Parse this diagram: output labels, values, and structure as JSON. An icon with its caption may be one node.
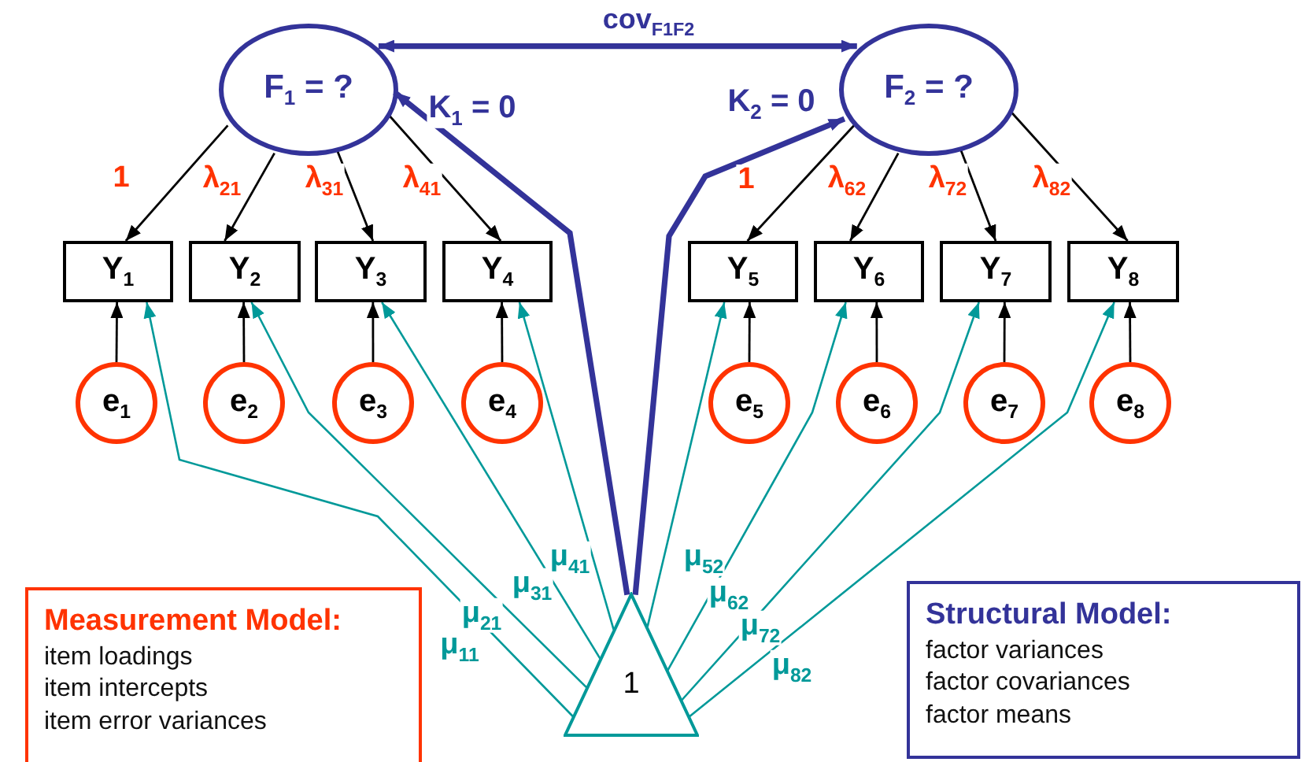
{
  "diagram": {
    "nodes": [
      {
        "text": [
          "F$_{1}$ = ?"
        ]
      },
      {
        "text": [
          "F$_{2}$ = ?"
        ]
      },
      {
        "text": [
          "Y$_{1}$"
        ]
      },
      {
        "text": [
          "Y$_{2}$"
        ]
      },
      {
        "text": [
          "Y$_{3}$"
        ]
      },
      {
        "text": [
          "Y$_{4}$"
        ]
      },
      {
        "text": [
          "Y$_{5}$"
        ]
      },
      {
        "text": [
          "Y$_{6}$"
        ]
      },
      {
        "text": [
          "Y$_{7}$"
        ]
      },
      {
        "text": [
          "Y$_{8}$"
        ]
      },
      {
        "text": [
          "e$_{1}$"
        ]
      },
      {
        "text": [
          "e$_{2}$"
        ]
      },
      {
        "text": [
          "e$_{3}$"
        ]
      },
      {
        "text": [
          "e$_{4}$"
        ]
      },
      {
        "text": [
          "e$_{5}$"
        ]
      },
      {
        "text": [
          "e$_{6}$"
        ]
      },
      {
        "text": [
          "e$_{7}$"
        ]
      },
      {
        "text": [
          "e$_{8}$"
        ]
      },
      {
        "text": [
          "1"
        ]
      },
      {
        "text": [
          "Measurement Model:",
          "item loadings",
          "item intercepts",
          "item error variances"
        ]
      },
      {
        "text": [
          "Structural Model:",
          "factor variances",
          "factor covariances",
          "factor means"
        ]
      }
    ],
    "edges": [
      {
        "from": 0,
        "to": 2,
        "arrow": "to",
        "label": "1"
      },
      {
        "from": 0,
        "to": 3,
        "arrow": "to",
        "label": "λ$_{21}$"
      },
      {
        "from": 0,
        "to": 4,
        "arrow": "to",
        "label": "λ$_{31}$"
      },
      {
        "from": 0,
        "to": 5,
        "arrow": "to",
        "label": "λ$_{41}$"
      },
      {
        "from": 1,
        "to": 6,
        "arrow": "to",
        "label": "1"
      },
      {
        "from": 1,
        "to": 7,
        "arrow": "to",
        "label": "λ$_{62}$"
      },
      {
        "from": 1,
        "to": 8,
        "arrow": "to",
        "label": "λ$_{72}$"
      },
      {
        "from": 1,
        "to": 9,
        "arrow": "to",
        "label": "λ$_{82}$"
      },
      {
        "from": 0,
        "to": 1,
        "arrow": "both",
        "label": "cov$_{F1F2}$",
        "style": "thick",
        "color": "#333399"
      },
      {
        "from": 18,
        "to": 0,
        "arrow": "to",
        "label": "K$_{1}$ = 0",
        "style": "thick",
        "color": "#333399"
      },
      {
        "from": 18,
        "to": 1,
        "arrow": "to",
        "label": "K$_{2}$ = 0",
        "style": "thick",
        "color": "#333399"
      },
      {
        "from": 10,
        "to": 2,
        "arrow": "to"
      },
      {
        "from": 11,
        "to": 3,
        "arrow": "to"
      },
      {
        "from": 12,
        "to": 4,
        "arrow": "to"
      },
      {
        "from": 13,
        "to": 5,
        "arrow": "to"
      },
      {
        "from": 14,
        "to": 6,
        "arrow": "to"
      },
      {
        "from": 15,
        "to": 7,
        "arrow": "to"
      },
      {
        "from": 16,
        "to": 8,
        "arrow": "to"
      },
      {
        "from": 17,
        "to": 9,
        "arrow": "to"
      },
      {
        "from": 18,
        "to": 2,
        "arrow": "to",
        "label": "μ$_{11}$",
        "color": "#009999"
      },
      {
        "from": 18,
        "to": 3,
        "arrow": "to",
        "label": "μ$_{21}$",
        "color": "#009999"
      },
      {
        "from": 18,
        "to": 4,
        "arrow": "to",
        "label": "μ$_{31}$",
        "color": "#009999"
      },
      {
        "from": 18,
        "to": 5,
        "arrow": "to",
        "label": "μ$_{41}$",
        "color": "#009999"
      },
      {
        "from": 18,
        "to": 6,
        "arrow": "to",
        "label": "μ$_{52}$",
        "color": "#009999"
      },
      {
        "from": 18,
        "to": 7,
        "arrow": "to",
        "label": "μ$_{62}$",
        "color": "#009999"
      },
      {
        "from": 18,
        "to": 8,
        "arrow": "to",
        "label": "μ$_{72}$",
        "color": "#009999"
      },
      {
        "from": 18,
        "to": 9,
        "arrow": "to",
        "label": "μ$_{82}$",
        "color": "#009999"
      }
    ]
  }
}
